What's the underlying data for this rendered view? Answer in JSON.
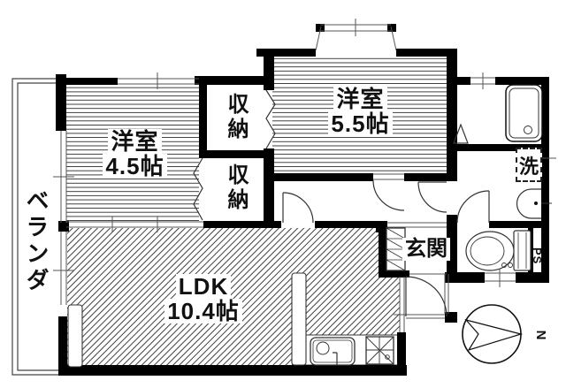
{
  "floorplan": {
    "veranda": {
      "label": "ベランダ"
    },
    "western_room_small": {
      "label": "洋室",
      "size": "4.5帖"
    },
    "western_room_large": {
      "label": "洋室",
      "size": "5.5帖"
    },
    "closet_upper": {
      "label": "収納"
    },
    "closet_lower": {
      "label": "収納"
    },
    "ldk": {
      "label": "LDK",
      "size": "10.4帖"
    },
    "entrance": {
      "label": "玄関"
    },
    "laundry": {
      "label": "洗"
    },
    "pipe_space": {
      "label": "PS"
    },
    "compass": {
      "north_label": "N"
    },
    "icons": {
      "bathtub": "bathtub-icon",
      "washbasin": "washbasin-icon",
      "toilet": "toilet-icon",
      "kitchen_sink": "kitchen-sink-icon",
      "stove": "stove-icon",
      "shoe_cabinet": "shoe-cabinet-icon",
      "compass": "compass-icon"
    },
    "colors": {
      "wall": "#000000",
      "line": "#333333",
      "background": "#ffffff"
    }
  }
}
